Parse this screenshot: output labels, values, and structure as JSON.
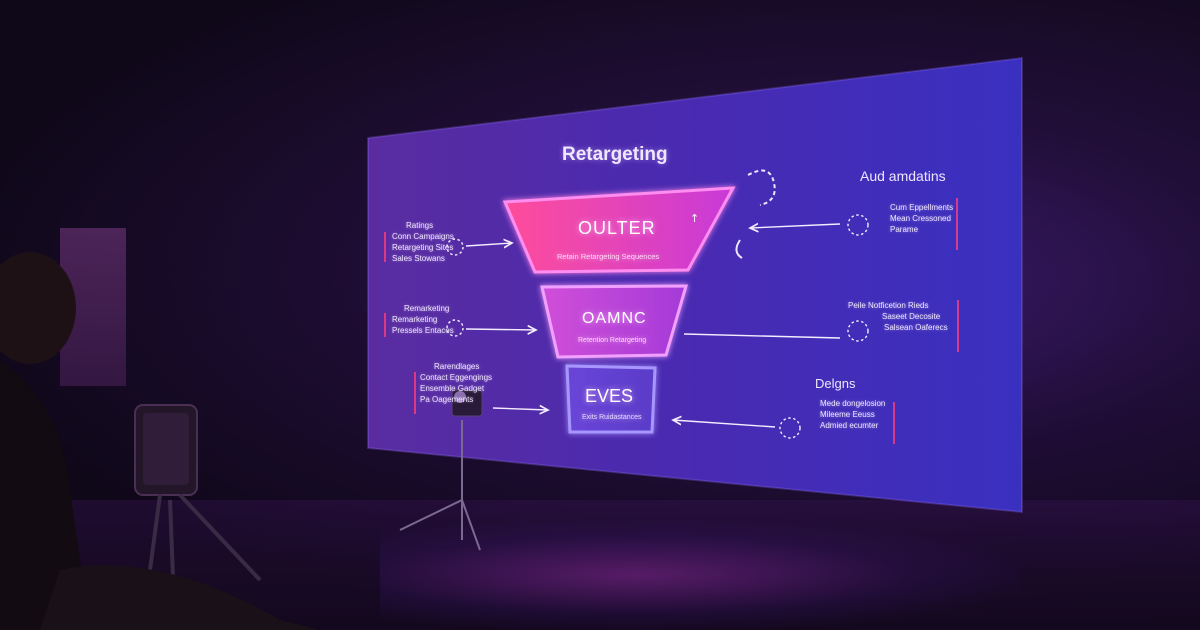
{
  "screen": {
    "title": "Retargeting",
    "funnel": [
      {
        "label": "OULTER",
        "sublabel": "Retain Retargeting Sequences"
      },
      {
        "label": "OAMNC",
        "sublabel": "Retention Retargeting"
      },
      {
        "label": "EVES",
        "sublabel": "Exits Ruidastances"
      }
    ],
    "left_blocks": [
      {
        "heading": "Ratings",
        "lines": [
          "Conn Campaigns",
          "Retargeting Sites",
          "Sales Stowans"
        ]
      },
      {
        "heading": "Remarketing",
        "lines": [
          "Remarketing",
          "Pressels Entaces"
        ]
      },
      {
        "heading": "Rarendlages",
        "lines": [
          "Contact Eggengings",
          "Ensemble Gadget",
          "Pa Oagements"
        ]
      }
    ],
    "right_blocks": [
      {
        "heading": "Aud amdatins",
        "lines": [
          "Cum Eppellments",
          "Mean Cressoned",
          "Parame"
        ]
      },
      {
        "heading": "Peile Notficetion Rieds",
        "lines": [
          "Saseet Decosite",
          "Salsean Oaferecs"
        ]
      },
      {
        "heading": "Delgns",
        "lines": [
          "Mede dongelosion",
          "Mileeme Eeuss",
          "Admied ecumter"
        ]
      }
    ]
  },
  "colors": {
    "funnel_top": "#ff4fd8",
    "funnel_mid": "#e070ff",
    "funnel_bottom": "#7a6bff",
    "screen_left": "#4b2a9a",
    "screen_right": "#3a2fb8"
  }
}
